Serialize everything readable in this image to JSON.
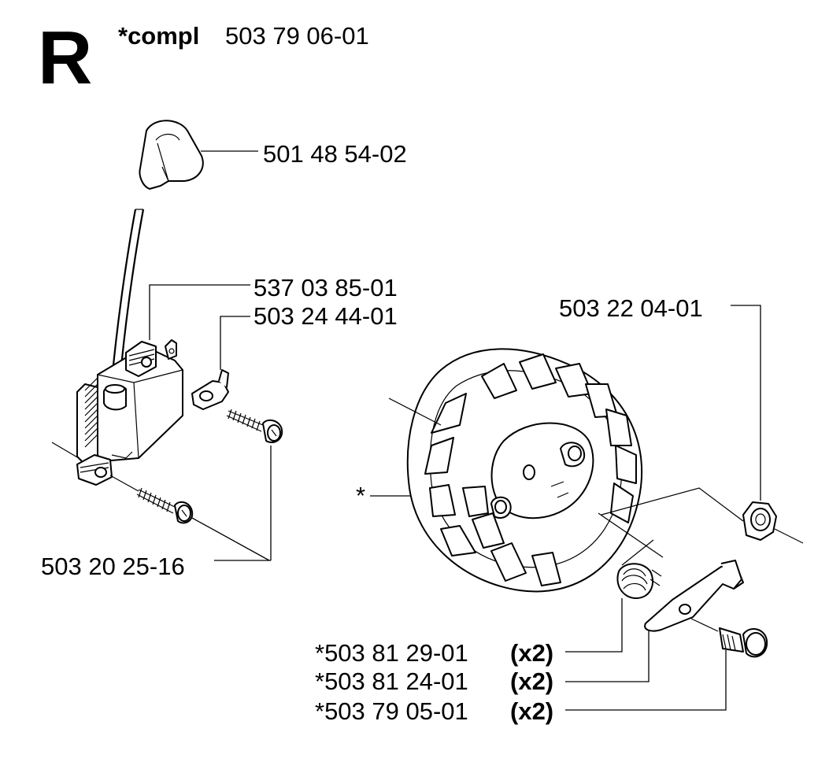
{
  "header": {
    "section_letter": "R",
    "compl_prefix": "*compl",
    "compl_number": "503 79 06-01"
  },
  "callouts": {
    "spark_plug_cap": "501 48 54-02",
    "ignition_module": "537 03 85-01",
    "cable_terminal": "503 24 44-01",
    "screws": "503 20 25-16",
    "flywheel_nut": "503 22 04-01",
    "flywheel": "*",
    "spring": {
      "number": "*503 81 29-01",
      "qty": "(x2)"
    },
    "pawl": {
      "number": "*503 81 24-01",
      "qty": "(x2)"
    },
    "pawl_pin": {
      "number": "*503 79 05-01",
      "qty": "(x2)"
    }
  }
}
